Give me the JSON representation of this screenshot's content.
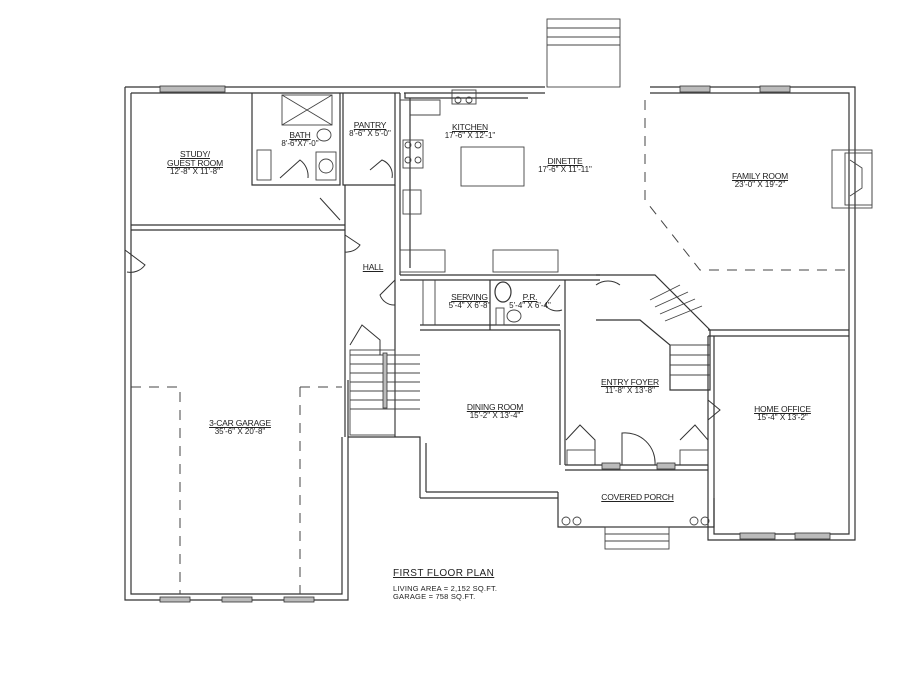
{
  "plan": {
    "title": "FIRST FLOOR PLAN",
    "areas": [
      {
        "label": "LIVING AREA = 2,152 SQ.FT."
      },
      {
        "label": "GARAGE = 758 SQ.FT."
      }
    ]
  },
  "rooms": {
    "study": {
      "name": "STUDY/",
      "name2": "GUEST ROOM",
      "dims": "12'-8\" X 11'-8\""
    },
    "bath": {
      "name": "BATH",
      "dims": "8'-6\"X7'-0\""
    },
    "pantry": {
      "name": "PANTRY",
      "dims": "8'-6\" X 5'-0\""
    },
    "kitchen": {
      "name": "KITCHEN",
      "dims": "17'-6\" X 12'-1\""
    },
    "dinette": {
      "name": "DINETTE",
      "dims": "17'-6\" X 11'-11\""
    },
    "family": {
      "name": "FAMILY ROOM",
      "dims": "23'-0\" X 19'-2\""
    },
    "hall": {
      "name": "HALL"
    },
    "serving": {
      "name": "SERVING",
      "dims": "5'-4\" X 6'-8\""
    },
    "powder": {
      "name": "P.R.",
      "dims": "5'-4\" X 6'-4\""
    },
    "garage": {
      "name": "3-CAR GARAGE",
      "dims": "35'-6\" X 20'-8\""
    },
    "dining": {
      "name": "DINING ROOM",
      "dims": "15'-2\" X 13'-4\""
    },
    "foyer": {
      "name": "ENTRY FOYER",
      "dims": "11'-8\" X 13'-8\""
    },
    "office": {
      "name": "HOME OFFICE",
      "dims": "15'-4\" X 13'-2\""
    },
    "porch": {
      "name": "COVERED PORCH"
    }
  }
}
